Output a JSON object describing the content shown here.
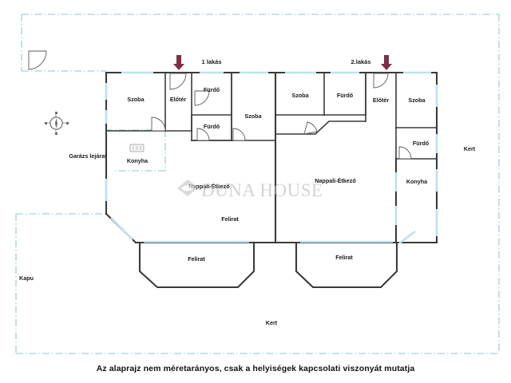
{
  "caption": "Az alaprajz nem méretarányos, csak a helyiségek kapcsolati viszonyát mutatja",
  "watermark": {
    "text": "DUNA HOUSE",
    "logo_name": "duna-house-logo"
  },
  "units": [
    {
      "id": "unit1",
      "label": "1 lakás",
      "marker": "down-arrow",
      "marker_color": "#7d2f46"
    },
    {
      "id": "unit2",
      "label": "2.lakás",
      "marker": "down-arrow",
      "marker_color": "#7d2f46"
    }
  ],
  "outside_labels": [
    {
      "id": "kapu",
      "text": "Kapu"
    },
    {
      "id": "kert-right",
      "text": "Kert"
    },
    {
      "id": "kert-bottom",
      "text": "Kert"
    },
    {
      "id": "garazs-lejarat",
      "text": "Garázs lejárat"
    }
  ],
  "rooms": [
    {
      "id": "szoba-1",
      "text": "Szoba"
    },
    {
      "id": "eloter-1",
      "text": "Előtér"
    },
    {
      "id": "furdo-1",
      "text": "Fürdő"
    },
    {
      "id": "furdo-2",
      "text": "Fürdő"
    },
    {
      "id": "szoba-2",
      "text": "Szoba"
    },
    {
      "id": "szoba-3",
      "text": "Szoba"
    },
    {
      "id": "furdo-3",
      "text": "Fürdő"
    },
    {
      "id": "eloter-2",
      "text": "Előtér"
    },
    {
      "id": "szoba-4",
      "text": "Szoba"
    },
    {
      "id": "furdo-4",
      "text": "Fürdő"
    },
    {
      "id": "konyha-1",
      "text": "Konyha"
    },
    {
      "id": "konyha-2",
      "text": "Konyha"
    },
    {
      "id": "nappali-1",
      "text": "Nappali-Étkező"
    },
    {
      "id": "nappali-2",
      "text": "Nappali-Étkező"
    },
    {
      "id": "felirat-1",
      "text": "Felirat"
    },
    {
      "id": "felirat-2",
      "text": "Felirat"
    },
    {
      "id": "felirat-3",
      "text": "Felirat"
    }
  ],
  "colors": {
    "wall": "#3a3a38",
    "boundary": "#8fc7cf",
    "window": "#bfe2ee",
    "arrow": "#7d2f46",
    "text": "#1a1a1a",
    "watermark": "#b9b9b9",
    "background": "#ffffff"
  },
  "icons": {
    "compass": "compass-rose-icon",
    "kitchen": "stove-icon"
  }
}
